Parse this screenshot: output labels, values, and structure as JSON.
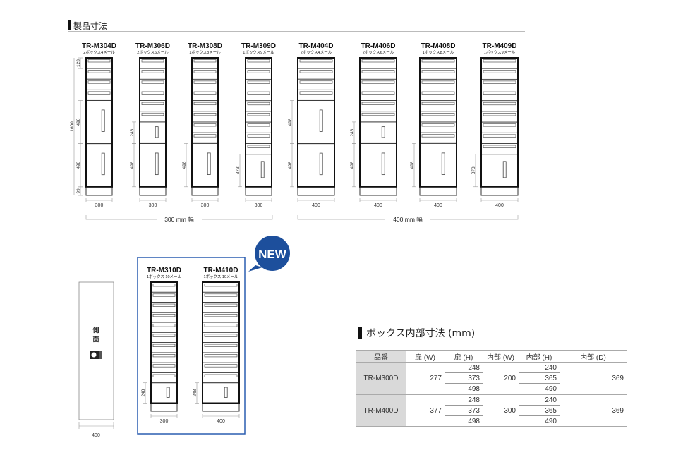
{
  "section1": {
    "title": "製品寸法"
  },
  "cabinets": [
    {
      "model": "TR-M304D",
      "desc": "2ボックス4メール",
      "width_label": "300",
      "mails": 4,
      "boxes": [
        498,
        498
      ],
      "dims": [
        {
          "seg": "mail0",
          "label": "123"
        },
        {
          "seg": "box0",
          "label": "498"
        },
        {
          "seg": "box1",
          "label": "498"
        },
        {
          "seg": "plinth",
          "label": "99"
        }
      ],
      "total": "1600"
    },
    {
      "model": "TR-M306D",
      "desc": "2ボックス6メール",
      "width_label": "300",
      "mails": 6,
      "boxes": [
        248,
        498
      ],
      "dims": [
        {
          "seg": "box0",
          "label": "248"
        },
        {
          "seg": "box1",
          "label": "498"
        }
      ]
    },
    {
      "model": "TR-M308D",
      "desc": "1ボックス8メール",
      "width_label": "300",
      "mails": 8,
      "boxes": [
        498
      ],
      "dims": [
        {
          "seg": "box0",
          "label": "498"
        }
      ]
    },
    {
      "model": "TR-M309D",
      "desc": "1ボックス9メール",
      "width_label": "300",
      "mails": 9,
      "boxes": [
        373
      ],
      "dims": [
        {
          "seg": "box0",
          "label": "373"
        }
      ]
    },
    {
      "model": "TR-M404D",
      "desc": "2ボックス4メール",
      "width_label": "400",
      "mails": 4,
      "boxes": [
        498,
        498
      ],
      "dims": [
        {
          "seg": "box0",
          "label": "498"
        },
        {
          "seg": "box1",
          "label": "498"
        }
      ]
    },
    {
      "model": "TR-M406D",
      "desc": "2ボックス6メール",
      "width_label": "400",
      "mails": 6,
      "boxes": [
        248,
        498
      ],
      "dims": [
        {
          "seg": "box0",
          "label": "248"
        },
        {
          "seg": "box1",
          "label": "498"
        }
      ]
    },
    {
      "model": "TR-M408D",
      "desc": "1ボックス8メール",
      "width_label": "400",
      "mails": 8,
      "boxes": [
        498
      ],
      "dims": [
        {
          "seg": "box0",
          "label": "498"
        }
      ]
    },
    {
      "model": "TR-M409D",
      "desc": "1ボックス9メール",
      "width_label": "400",
      "mails": 9,
      "boxes": [
        373
      ],
      "dims": [
        {
          "seg": "box0",
          "label": "373"
        }
      ]
    },
    {
      "model": "TR-M310D",
      "desc": "1ボックス 10メール",
      "width_label": "300",
      "mails": 10,
      "boxes": [
        248
      ],
      "dims": [
        {
          "seg": "box0",
          "label": "248"
        }
      ]
    },
    {
      "model": "TR-M410D",
      "desc": "1ボックス 10メール",
      "width_label": "400",
      "mails": 10,
      "boxes": [
        248
      ],
      "dims": [
        {
          "seg": "box0",
          "label": "248"
        }
      ]
    }
  ],
  "groups": [
    {
      "label": "300 mm 幅"
    },
    {
      "label": "400 mm 幅"
    }
  ],
  "side_view": {
    "label_1": "側",
    "label_2": "面",
    "width_label": "400"
  },
  "new_badge": {
    "label": "NEW",
    "color": "#1d4f9c"
  },
  "highlight_color": "#2a5db0",
  "section2": {
    "title": "ボックス内部寸法 (mm)",
    "headers": [
      "品番",
      "扉 (W)",
      "扉 (H)",
      "内部 (W)",
      "内部 (H)",
      "内部 (D)"
    ],
    "rows": [
      {
        "model": "TR-M300D",
        "door_w": "277",
        "door_h": [
          "248",
          "373",
          "498"
        ],
        "inner_w": "200",
        "inner_h": [
          "240",
          "365",
          "490"
        ],
        "inner_d": "369"
      },
      {
        "model": "TR-M400D",
        "door_w": "377",
        "door_h": [
          "248",
          "373",
          "498"
        ],
        "inner_w": "300",
        "inner_h": [
          "240",
          "365",
          "490"
        ],
        "inner_d": "369"
      }
    ]
  }
}
